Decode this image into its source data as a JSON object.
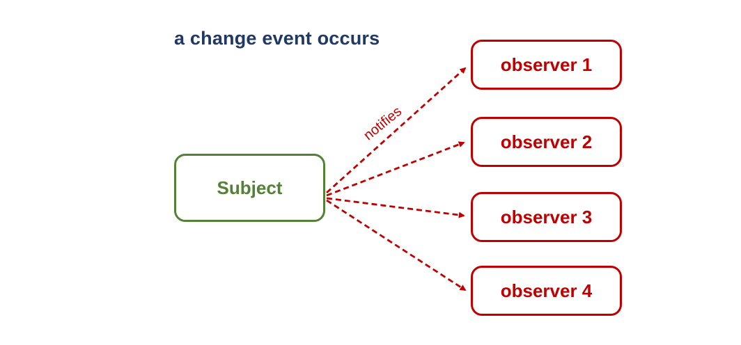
{
  "title": "a change event occurs",
  "subject": {
    "label": "Subject"
  },
  "observers": [
    {
      "label": "observer 1"
    },
    {
      "label": "observer 2"
    },
    {
      "label": "observer 3"
    },
    {
      "label": "observer 4"
    }
  ],
  "edge_label": "notifies",
  "colors": {
    "title_text": "#1f3864",
    "subject_border_and_text": "#538135",
    "observer_border_and_text": "#c00000",
    "arrow": "#c00000",
    "background": "#ffffff"
  },
  "diagram": {
    "type": "observer-pattern",
    "relation": "Subject notifies observer 1, observer 2, observer 3, observer 4",
    "arrow_style": "dashed"
  }
}
